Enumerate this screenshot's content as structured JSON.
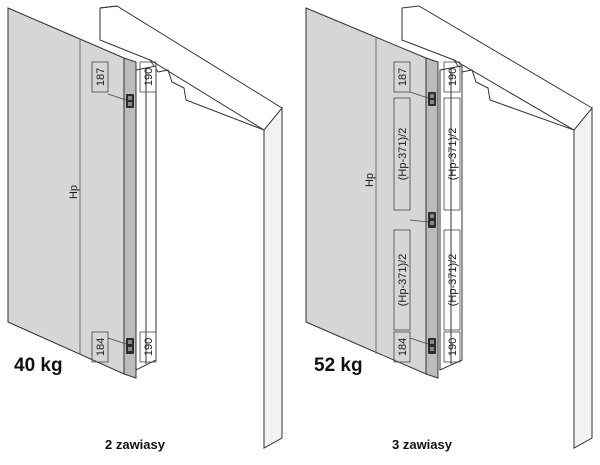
{
  "left": {
    "weight": "40 kg",
    "caption": "2 zawiasy",
    "dims": {
      "hp": "Hp",
      "top_hinge": "187",
      "bottom_hinge": "184",
      "frame_top": "190",
      "frame_bottom": "190"
    }
  },
  "right": {
    "weight": "52 kg",
    "caption": "3 zawiasy",
    "dims": {
      "hp": "Hp",
      "top_hinge": "187",
      "bottom_hinge": "184",
      "frame_top": "190",
      "frame_bottom": "190",
      "split_left_top": "(Hp-371)/2",
      "split_left_bottom": "(Hp-371)/2",
      "split_right_top": "(Hp-371)/2",
      "split_right_bottom": "(Hp-371)/2"
    }
  },
  "colors": {
    "door_panel": "#d6d6d6",
    "door_edge": "#bcbcbc",
    "frame": "#ffffff",
    "line": "#333333",
    "hinge": "#2b2b2b"
  }
}
